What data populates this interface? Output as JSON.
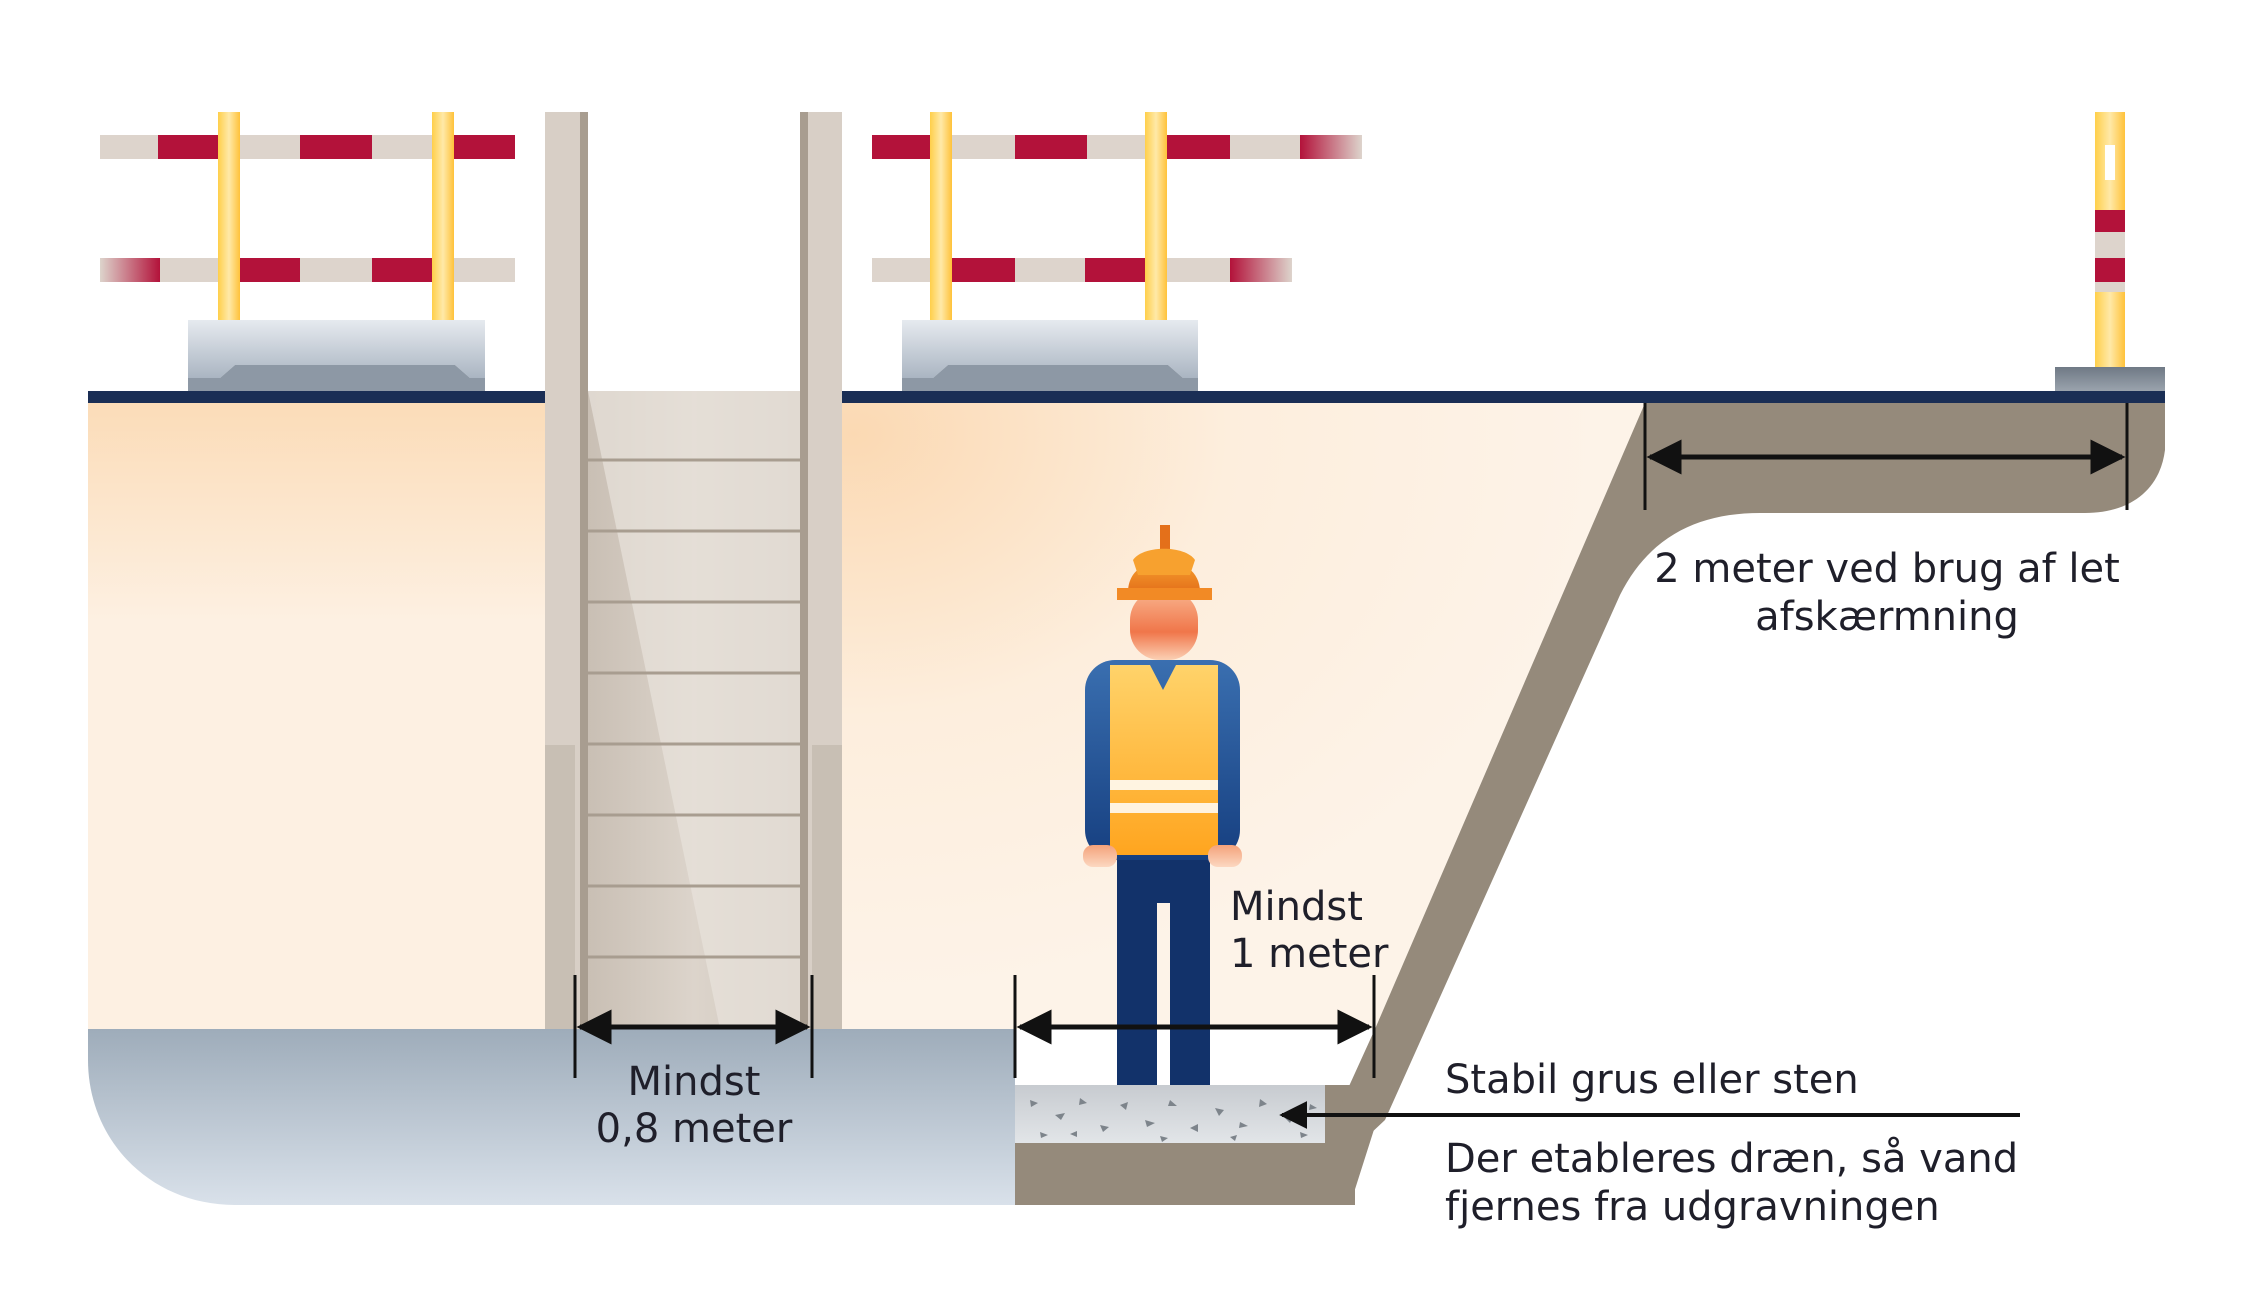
{
  "labels": {
    "ladder_min_line1": "Mindst",
    "ladder_min_line2": "0,8 meter",
    "worker_min_line1": "Mindst",
    "worker_min_line2": "1 meter",
    "distance_line1": "2 meter ved brug af let",
    "distance_line2": "afskærmning",
    "gravel": "Stabil grus eller sten",
    "drain_line1": "Der etableres dræn, så vand",
    "drain_line2": "fjernes fra udgravningen"
  },
  "colors": {
    "soil": "#fbe3c6",
    "ground_line": "#1a2e55",
    "barrier_red": "#b3123a",
    "barrier_white": "#ddd4cc",
    "post_yellow": "#ffc83b",
    "concrete": "#cfd6df",
    "wall_brown": "#958a7b",
    "water": "#b8c4d0",
    "vest": "#ffb52a",
    "helmet": "#f08a1e",
    "jacket": "#1f4e94",
    "pants": "#12326a",
    "arrow": "#111111"
  }
}
